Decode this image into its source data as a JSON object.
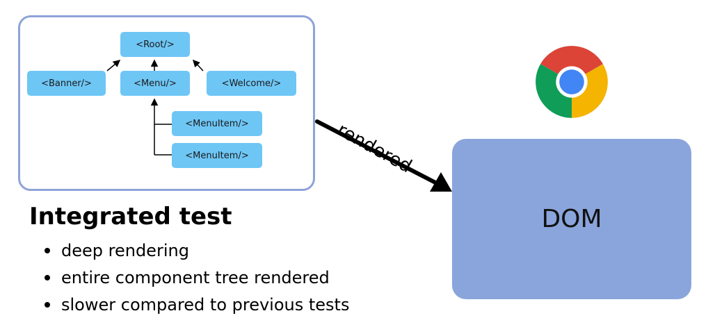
{
  "tree": {
    "root": "<Root/>",
    "banner": "<Banner/>",
    "menu": "<Menu/>",
    "welcome": "<Welcome/>",
    "menu_item_1": "<MenuItem/>",
    "menu_item_2": "<MenuItem/>"
  },
  "edge_label": "rendered",
  "dom_label": "DOM",
  "heading": "Integrated test",
  "bullets": [
    "deep rendering",
    "entire component tree rendered",
    "slower compared to previous tests"
  ],
  "icons": {
    "browser": "chrome-icon"
  },
  "colors": {
    "node": "#6ec6f5",
    "panel_border": "#8fa3d8",
    "dom_box": "#8aa5db"
  }
}
